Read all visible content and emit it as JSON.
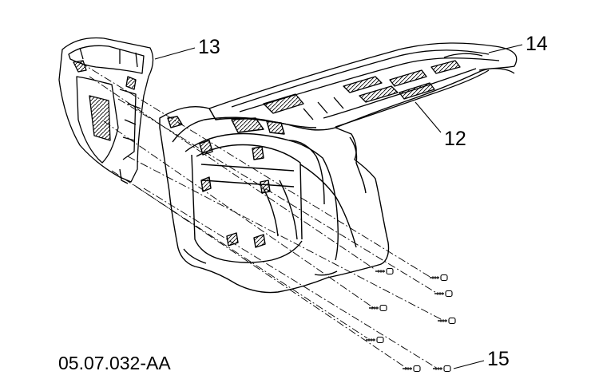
{
  "figure": {
    "reference_code": "05.07.032-AA",
    "callouts": [
      {
        "id": "13",
        "text": "13"
      },
      {
        "id": "14",
        "text": "14"
      },
      {
        "id": "12",
        "text": "12"
      },
      {
        "id": "15",
        "text": "15"
      }
    ],
    "parts": [
      "left-side-panel",
      "upper-deck-panel",
      "front-fairing-body",
      "mounting-screw"
    ],
    "colors": {
      "line": "#000000",
      "background": "#ffffff"
    }
  }
}
